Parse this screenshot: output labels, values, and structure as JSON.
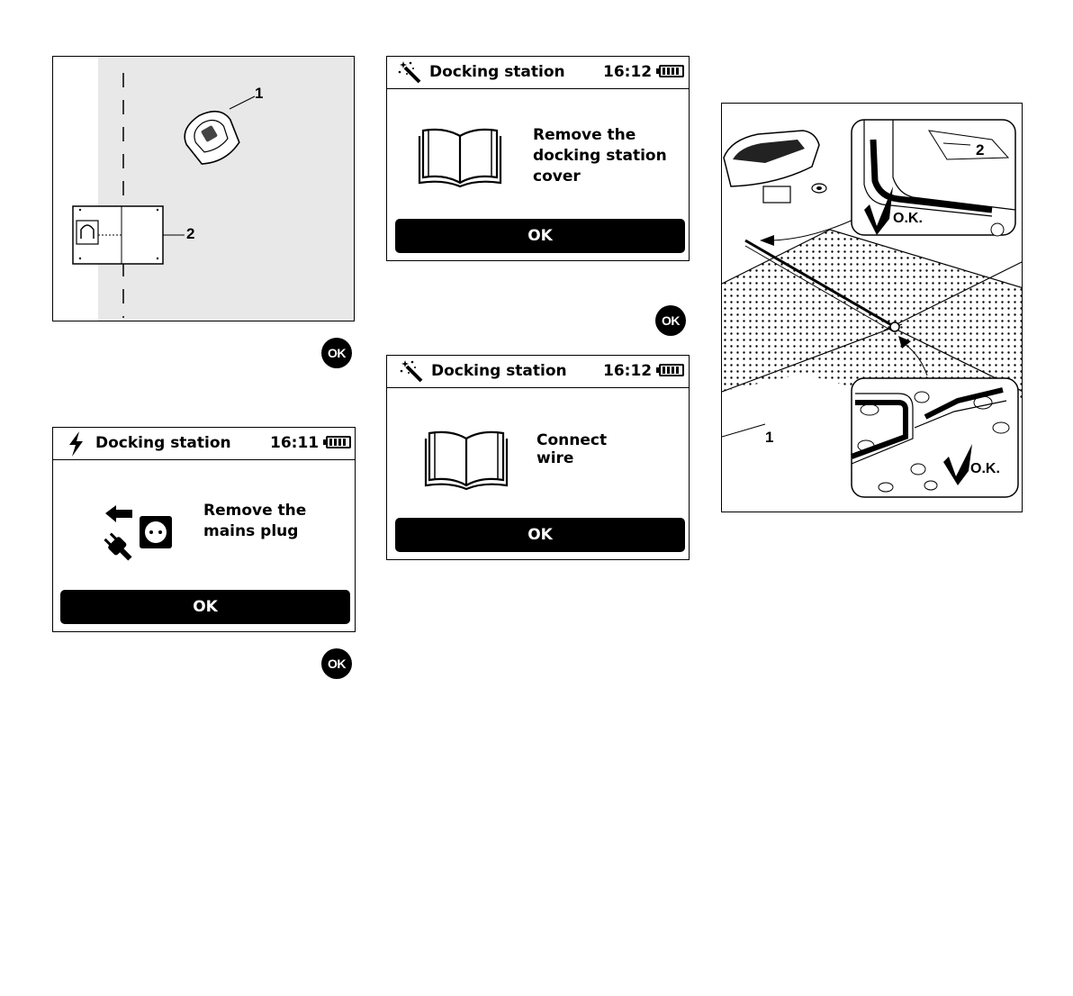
{
  "figure_top_left": {
    "callout_1": "1",
    "callout_2": "2"
  },
  "ok_button_symbol": "OK",
  "screen_1": {
    "header_icon": "lightning-icon",
    "title": "Docking station",
    "time": "16:11",
    "message": "Remove the\nmains plug",
    "ok_label": "OK"
  },
  "screen_2": {
    "header_icon": "magic-wand-icon",
    "title": "Docking station",
    "time": "16:12",
    "message": "Remove the\ndocking station\ncover",
    "ok_label": "OK"
  },
  "screen_3": {
    "header_icon": "magic-wand-icon",
    "title": "Docking station",
    "time": "16:12",
    "message": "Connect\nwire",
    "ok_label": "OK"
  },
  "figure_right": {
    "callout_1": "1",
    "callout_2": "2",
    "ok_text_top": "O.K.",
    "ok_text_bottom": "O.K."
  }
}
